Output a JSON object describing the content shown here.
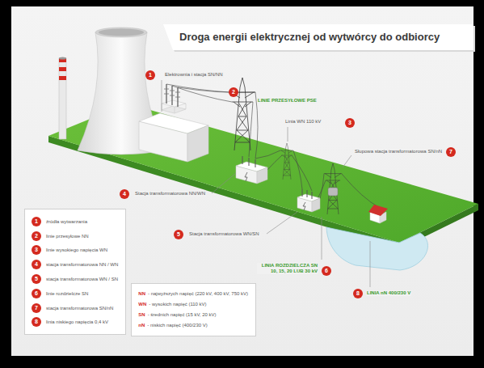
{
  "diagram": {
    "title": "Droga energii elektrycznej od wytwórcy do odbiorcy",
    "nodes": [
      {
        "text": [
          "NN",
          "- najwyższych napięć (220 kV, 400 kV, 750 kV)",
          "WN",
          "- wysokich napięć (110 kV)",
          "SN",
          "- średnich napięć (15 kV, 20 kV)",
          "nN",
          "- niskich napięć (400/230 V)"
        ]
      }
    ],
    "labels": [
      "1",
      "Elektrownia i stacja SN/NN",
      "2",
      "LINIE PRZESYŁOWE PSE",
      "Linia WN 110 kV",
      "3",
      "Słupowa stacja transformatorowa SN/nN",
      "7",
      "4",
      "Stacja transformatorowa NN/WN",
      "5",
      "Stacja transformatorowa WN/SN",
      "LINIA ROZDZIELCZA SN 10, 15, 20 LUB 30 kV",
      "6",
      "8",
      "LINIA nN 400/230 V",
      "1",
      "2",
      "3",
      "4",
      "5",
      "6",
      "7",
      "8"
    ],
    "legend": [
      {
        "text": "źródła wytwarzania"
      },
      {
        "text": "linie przesyłowe NN"
      },
      {
        "text": "linie wysokiego napięcia WN"
      },
      {
        "text": "stacja transformatorowa NN / WN"
      },
      {
        "text": "stacja transformatorowa WN / SN"
      },
      {
        "text": "linie rozdzielcze SN"
      },
      {
        "text": "stacja transformatorowa SN/nN"
      },
      {
        "text": "linia niskiego napięcia 0,4 kV"
      }
    ]
  }
}
